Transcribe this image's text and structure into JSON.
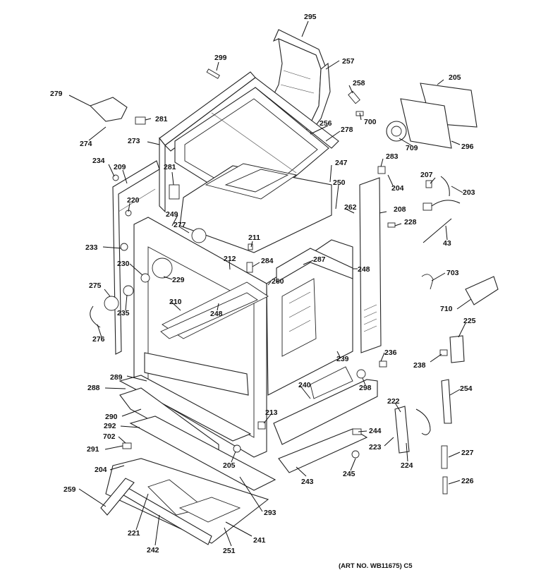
{
  "diagram": {
    "art_number": "(ART NO. WB11675) C5",
    "labels": [
      {
        "id": "295",
        "text": "295"
      },
      {
        "id": "299",
        "text": "299"
      },
      {
        "id": "257",
        "text": "257"
      },
      {
        "id": "258",
        "text": "258"
      },
      {
        "id": "205a",
        "text": "205"
      },
      {
        "id": "279",
        "text": "279"
      },
      {
        "id": "281a",
        "text": "281"
      },
      {
        "id": "274",
        "text": "274"
      },
      {
        "id": "700",
        "text": "700"
      },
      {
        "id": "256",
        "text": "256"
      },
      {
        "id": "278",
        "text": "278"
      },
      {
        "id": "709",
        "text": "709"
      },
      {
        "id": "296",
        "text": "296"
      },
      {
        "id": "273",
        "text": "273"
      },
      {
        "id": "234",
        "text": "234"
      },
      {
        "id": "209",
        "text": "209"
      },
      {
        "id": "283",
        "text": "283"
      },
      {
        "id": "247",
        "text": "247"
      },
      {
        "id": "281b",
        "text": "281"
      },
      {
        "id": "250",
        "text": "250"
      },
      {
        "id": "204a",
        "text": "204"
      },
      {
        "id": "207",
        "text": "207"
      },
      {
        "id": "203",
        "text": "203"
      },
      {
        "id": "220",
        "text": "220"
      },
      {
        "id": "262",
        "text": "262"
      },
      {
        "id": "208",
        "text": "208"
      },
      {
        "id": "249",
        "text": "249"
      },
      {
        "id": "228",
        "text": "228"
      },
      {
        "id": "277",
        "text": "277"
      },
      {
        "id": "211",
        "text": "211"
      },
      {
        "id": "43",
        "text": "43"
      },
      {
        "id": "233",
        "text": "233"
      },
      {
        "id": "212",
        "text": "212"
      },
      {
        "id": "287",
        "text": "287"
      },
      {
        "id": "284",
        "text": "284"
      },
      {
        "id": "230",
        "text": "230"
      },
      {
        "id": "248a",
        "text": "248"
      },
      {
        "id": "703",
        "text": "703"
      },
      {
        "id": "229",
        "text": "229"
      },
      {
        "id": "260",
        "text": "260"
      },
      {
        "id": "275",
        "text": "275"
      },
      {
        "id": "235",
        "text": "235"
      },
      {
        "id": "210",
        "text": "210"
      },
      {
        "id": "248b",
        "text": "248"
      },
      {
        "id": "710",
        "text": "710"
      },
      {
        "id": "276",
        "text": "276"
      },
      {
        "id": "225",
        "text": "225"
      },
      {
        "id": "236",
        "text": "236"
      },
      {
        "id": "239",
        "text": "239"
      },
      {
        "id": "238",
        "text": "238"
      },
      {
        "id": "289",
        "text": "289"
      },
      {
        "id": "298",
        "text": "298"
      },
      {
        "id": "288",
        "text": "288"
      },
      {
        "id": "240",
        "text": "240"
      },
      {
        "id": "254",
        "text": "254"
      },
      {
        "id": "222",
        "text": "222"
      },
      {
        "id": "290",
        "text": "290"
      },
      {
        "id": "213",
        "text": "213"
      },
      {
        "id": "292",
        "text": "292"
      },
      {
        "id": "244",
        "text": "244"
      },
      {
        "id": "702",
        "text": "702"
      },
      {
        "id": "223",
        "text": "223"
      },
      {
        "id": "291",
        "text": "291"
      },
      {
        "id": "227",
        "text": "227"
      },
      {
        "id": "205b",
        "text": "205"
      },
      {
        "id": "224",
        "text": "224"
      },
      {
        "id": "204b",
        "text": "204"
      },
      {
        "id": "245",
        "text": "245"
      },
      {
        "id": "226",
        "text": "226"
      },
      {
        "id": "243",
        "text": "243"
      },
      {
        "id": "259",
        "text": "259"
      },
      {
        "id": "293",
        "text": "293"
      },
      {
        "id": "221",
        "text": "221"
      },
      {
        "id": "241",
        "text": "241"
      },
      {
        "id": "242",
        "text": "242"
      },
      {
        "id": "251",
        "text": "251"
      }
    ]
  }
}
